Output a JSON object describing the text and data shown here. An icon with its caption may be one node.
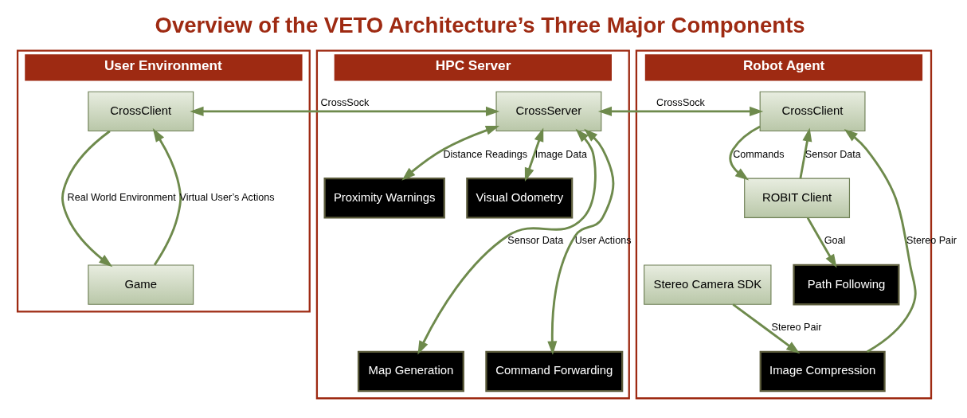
{
  "diagram": {
    "title": "Overview of the VETO Architecture’s Three Major Components",
    "nodes": [
      {
        "text": [
          "User Environment"
        ]
      },
      {
        "text": [
          "HPC Server"
        ]
      },
      {
        "text": [
          "Robot Agent"
        ]
      },
      {
        "text": [
          "CrossClient"
        ],
        "in": 0
      },
      {
        "text": [
          "Game"
        ],
        "in": 0
      },
      {
        "text": [
          "CrossServer"
        ],
        "in": 1
      },
      {
        "text": [
          "Proximity Warnings"
        ],
        "in": 1
      },
      {
        "text": [
          "Visual Odometry"
        ],
        "in": 1
      },
      {
        "text": [
          "Map Generation"
        ],
        "in": 1
      },
      {
        "text": [
          "Command Forwarding"
        ],
        "in": 1
      },
      {
        "text": [
          "CrossClient"
        ],
        "in": 2
      },
      {
        "text": [
          "ROBIT Client"
        ],
        "in": 2
      },
      {
        "text": [
          "Image Compression"
        ],
        "in": 2
      },
      {
        "text": [
          "Path Following"
        ],
        "in": 2
      },
      {
        "text": [
          "Stereo Camera SDK"
        ],
        "in": 2
      }
    ],
    "edges": [
      {
        "from": 3,
        "to": 5,
        "arrow": "both",
        "label": "CrossSock"
      },
      {
        "from": 5,
        "to": 10,
        "arrow": "both",
        "label": "CrossSock"
      },
      {
        "from": 3,
        "to": 4,
        "arrow": "to",
        "label": "Real World Environment"
      },
      {
        "from": 4,
        "to": 3,
        "arrow": "to",
        "label": "Virtual User’s Actions"
      },
      {
        "from": 5,
        "to": 6,
        "arrow": "both",
        "label": "Distance Readings"
      },
      {
        "from": 5,
        "to": 7,
        "arrow": "both",
        "label": "Image Data"
      },
      {
        "from": 5,
        "to": 8,
        "arrow": "both",
        "label": "Sensor Data"
      },
      {
        "from": 5,
        "to": 9,
        "arrow": "both",
        "label": "User Actions"
      },
      {
        "from": 10,
        "to": 11,
        "arrow": "to",
        "label": "Commands"
      },
      {
        "from": 11,
        "to": 10,
        "arrow": "to",
        "label": "Sensor Data"
      },
      {
        "from": 11,
        "to": 13,
        "arrow": "to",
        "label": "Goal"
      },
      {
        "from": 12,
        "to": 10,
        "arrow": "to",
        "label": "Stereo Pair"
      },
      {
        "from": 14,
        "to": 12,
        "arrow": "to",
        "label": "Stereo Pair"
      }
    ]
  }
}
